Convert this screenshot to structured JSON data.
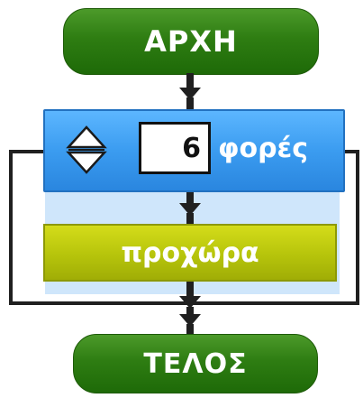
{
  "flow": {
    "start_label": "ΑΡΧΗ",
    "end_label": "ΤΕΛΟΣ",
    "repeat": {
      "count": "6",
      "times_label": "φορές"
    },
    "action_label": "προχώρα"
  },
  "colors": {
    "start_end": "#2e7d12",
    "repeat_block": "#3b9cf0",
    "loop_body": "#cfe6fb",
    "action_block": "#b6c40b",
    "connector": "#202020"
  }
}
